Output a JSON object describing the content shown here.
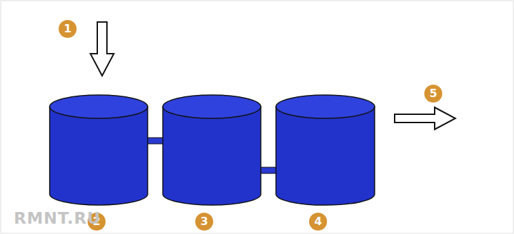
{
  "diagram": {
    "labels": [
      "1",
      "5",
      "2",
      "3",
      "4",
      "RMNT.RU"
    ]
  }
}
